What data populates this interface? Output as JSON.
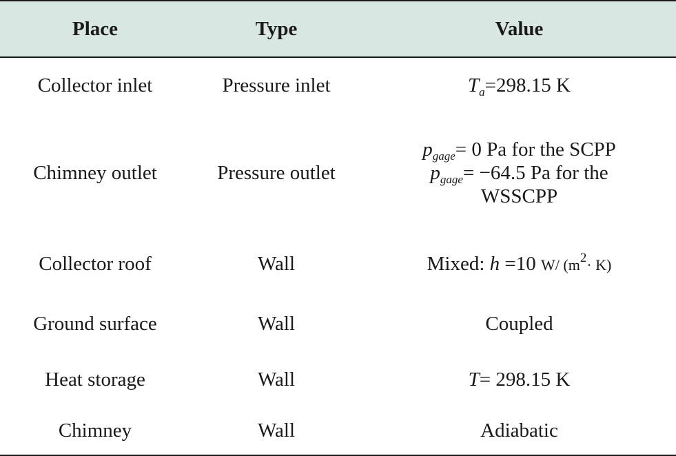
{
  "headers": {
    "place": "Place",
    "type": "Type",
    "value": "Value"
  },
  "rows": [
    {
      "place": "Collector inlet",
      "type": "Pressure inlet",
      "value": {
        "var": "T",
        "sub": "a",
        "text": "=298.15 K"
      }
    },
    {
      "place": "Chimney outlet",
      "type": "Pressure outlet",
      "value": {
        "line1": {
          "var": "p",
          "sub": "gage",
          "text": "= 0 Pa for the SCPP"
        },
        "line2": {
          "var": "p",
          "sub": "gage",
          "text": "= −64.5 Pa for the"
        },
        "line3": "WSSCPP"
      }
    },
    {
      "place": "Collector roof",
      "type": "Wall",
      "value": {
        "prefix": "Mixed: ",
        "var": "h",
        "eq": " =10 ",
        "unit_a": "W/ (m",
        "sup": "2",
        "unit_b": "· K)"
      }
    },
    {
      "place": "Ground surface",
      "type": "Wall",
      "value": {
        "text": "Coupled"
      }
    },
    {
      "place": "Heat storage",
      "type": "Wall",
      "value": {
        "var": "T",
        "text": "= 298.15 K"
      }
    },
    {
      "place": "Chimney",
      "type": "Wall",
      "value": {
        "text": "Adiabatic"
      }
    }
  ]
}
